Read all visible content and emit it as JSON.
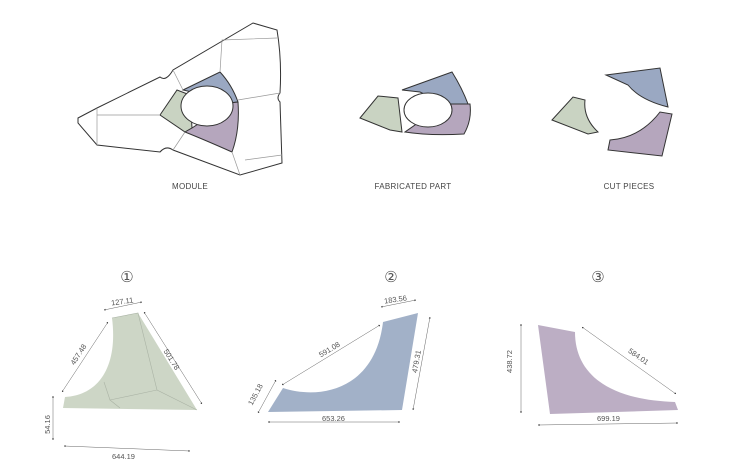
{
  "top_labels": {
    "module": "MODULE",
    "fabricated": "FABRICATED PART",
    "cut": "CUT PIECES"
  },
  "pieces": [
    {
      "number": "①",
      "color": "#c9d3c2",
      "dims": [
        "127.11",
        "457.48",
        "501.78",
        "54.16",
        "644.19"
      ]
    },
    {
      "number": "②",
      "color": "#9fb0c8",
      "dims": [
        "183.56",
        "591.08",
        "479.31",
        "135.18",
        "653.26"
      ]
    },
    {
      "number": "③",
      "color": "#b9aac0",
      "dims": [
        "438.72",
        "584.01",
        "699.19"
      ]
    }
  ],
  "colors": {
    "green": "#c9d3c2",
    "blue": "#9aa8c2",
    "purple": "#b5a6bd",
    "line": "#333333"
  }
}
